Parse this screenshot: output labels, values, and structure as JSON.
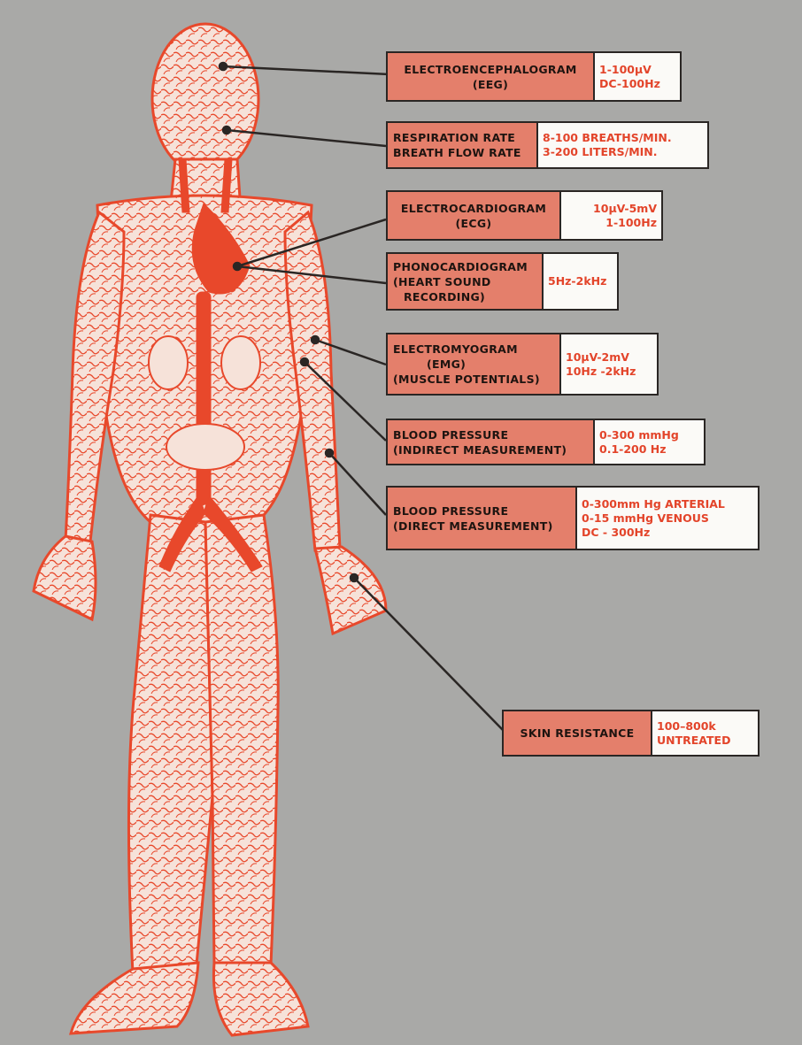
{
  "colors": {
    "background": "#a9a9a7",
    "figure_red": "#e8482b",
    "label_fill": "#e47f6b",
    "value_text": "#e3442a",
    "border": "#2a2624"
  },
  "callouts": [
    {
      "id": "eeg",
      "name_lines": [
        "ELECTROENCEPHALOGRAM",
        "(EEG)"
      ],
      "range_lines": [
        "1-100μV",
        "DC-100Hz"
      ]
    },
    {
      "id": "respiration",
      "name_lines": [
        "RESPIRATION RATE",
        "BREATH FLOW RATE"
      ],
      "range_lines": [
        "8-100 BREATHS/MIN.",
        "3-200 LITERS/MIN."
      ]
    },
    {
      "id": "ecg",
      "name_lines": [
        "ELECTROCARDIOGRAM",
        "(ECG)"
      ],
      "range_lines": [
        "10μV-5mV",
        "1-100Hz"
      ]
    },
    {
      "id": "pcg",
      "name_lines": [
        "PHONOCARDIOGRAM",
        "(HEART SOUND",
        "RECORDING)"
      ],
      "range_lines": [
        "5Hz-2kHz"
      ]
    },
    {
      "id": "emg",
      "name_lines": [
        "ELECTROMYOGRAM",
        "(EMG)",
        "(MUSCLE POTENTIALS)"
      ],
      "range_lines": [
        "10μV-2mV",
        "10Hz -2kHz"
      ]
    },
    {
      "id": "bp-indirect",
      "name_lines": [
        "BLOOD PRESSURE",
        "(INDIRECT MEASUREMENT)"
      ],
      "range_lines": [
        "0-300 mmHg",
        "0.1-200 Hz"
      ]
    },
    {
      "id": "bp-direct",
      "name_lines": [
        "BLOOD PRESSURE",
        "(DIRECT MEASUREMENT)"
      ],
      "range_lines": [
        "0-300mm Hg ARTERIAL",
        "0-15 mmHg VENOUS",
        "DC - 300Hz"
      ]
    },
    {
      "id": "skin",
      "name_lines": [
        "SKIN RESISTANCE"
      ],
      "range_lines": [
        "100–800k",
        "UNTREATED"
      ]
    }
  ]
}
